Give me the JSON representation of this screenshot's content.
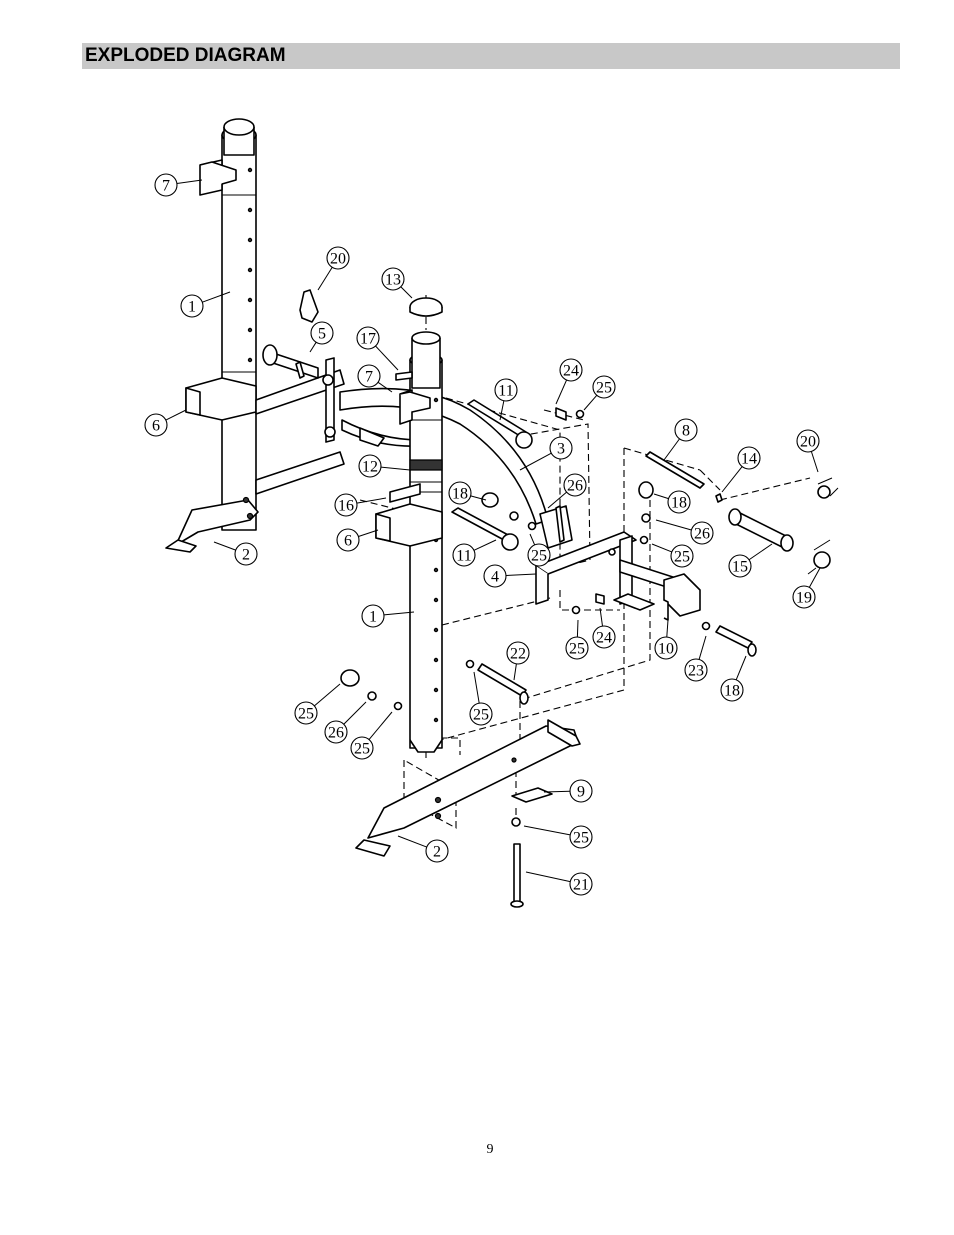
{
  "header": {
    "title": "EXPLODED DIAGRAM"
  },
  "page": {
    "number": "9"
  },
  "callouts": [
    {
      "label": "7"
    },
    {
      "label": "1"
    },
    {
      "label": "20"
    },
    {
      "label": "13"
    },
    {
      "label": "5"
    },
    {
      "label": "17"
    },
    {
      "label": "7"
    },
    {
      "label": "6"
    },
    {
      "label": "11"
    },
    {
      "label": "24"
    },
    {
      "label": "25"
    },
    {
      "label": "8"
    },
    {
      "label": "20"
    },
    {
      "label": "3"
    },
    {
      "label": "12"
    },
    {
      "label": "14"
    },
    {
      "label": "26"
    },
    {
      "label": "18"
    },
    {
      "label": "16"
    },
    {
      "label": "18"
    },
    {
      "label": "26"
    },
    {
      "label": "6"
    },
    {
      "label": "11"
    },
    {
      "label": "25"
    },
    {
      "label": "25"
    },
    {
      "label": "15"
    },
    {
      "label": "2"
    },
    {
      "label": "4"
    },
    {
      "label": "19"
    },
    {
      "label": "1"
    },
    {
      "label": "25"
    },
    {
      "label": "24"
    },
    {
      "label": "10"
    },
    {
      "label": "22"
    },
    {
      "label": "25"
    },
    {
      "label": "23"
    },
    {
      "label": "18"
    },
    {
      "label": "25"
    },
    {
      "label": "26"
    },
    {
      "label": "25"
    },
    {
      "label": "9"
    },
    {
      "label": "25"
    },
    {
      "label": "2"
    },
    {
      "label": "21"
    }
  ]
}
